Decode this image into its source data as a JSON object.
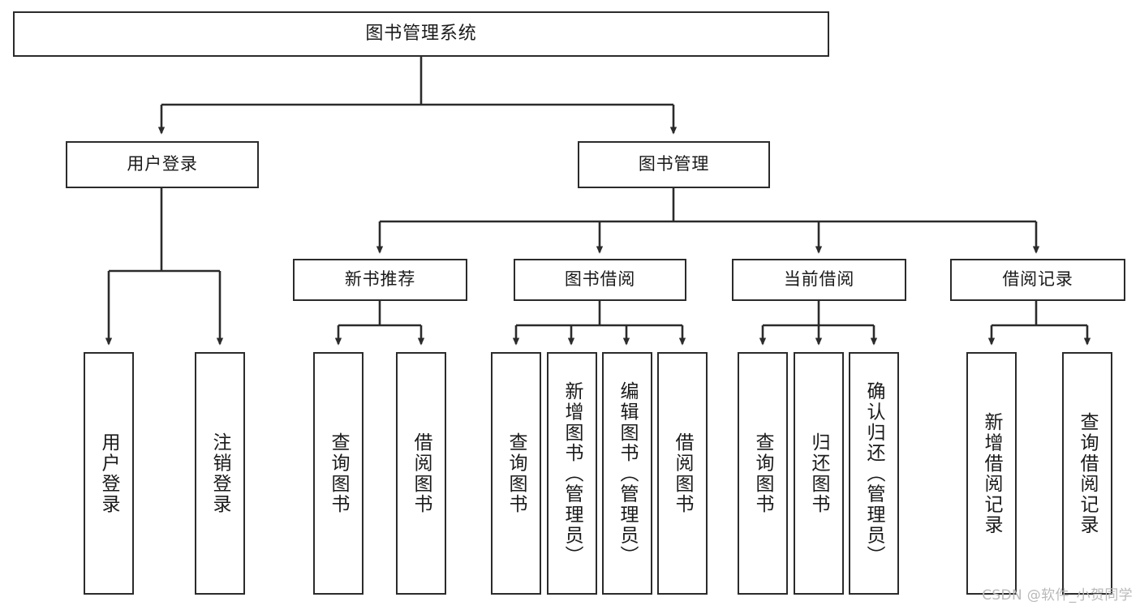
{
  "diagram": {
    "title": "图书管理系统",
    "type": "tree-hierarchy",
    "background_color": "#ffffff",
    "line_color": "#2b2b2b",
    "text_color": "#1a1a1a",
    "watermark": "CSDN @软件_小贺同学"
  },
  "nodes": {
    "root": {
      "label": "图书管理系统"
    },
    "level2": [
      {
        "id": "user-login",
        "label": "用户登录"
      },
      {
        "id": "book-manage",
        "label": "图书管理"
      }
    ],
    "level3": [
      {
        "id": "new-book-recommend",
        "label": "新书推荐"
      },
      {
        "id": "book-borrow",
        "label": "图书借阅"
      },
      {
        "id": "current-borrow",
        "label": "当前借阅"
      },
      {
        "id": "borrow-record",
        "label": "借阅记录"
      }
    ],
    "leaves": {
      "user_login": [
        {
          "id": "leaf-user-login",
          "label": "用户登录"
        },
        {
          "id": "leaf-logout",
          "label": "注销登录"
        }
      ],
      "new_book_recommend": [
        {
          "id": "leaf-query-book-1",
          "label": "查询图书"
        },
        {
          "id": "leaf-borrow-book-1",
          "label": "借阅图书"
        }
      ],
      "book_borrow": [
        {
          "id": "leaf-query-book-2",
          "label": "查询图书"
        },
        {
          "id": "leaf-add-book",
          "label": "新增图书（管理员）"
        },
        {
          "id": "leaf-edit-book",
          "label": "编辑图书（管理员）"
        },
        {
          "id": "leaf-borrow-book-2",
          "label": "借阅图书"
        }
      ],
      "current_borrow": [
        {
          "id": "leaf-query-book-3",
          "label": "查询图书"
        },
        {
          "id": "leaf-return-book",
          "label": "归还图书"
        },
        {
          "id": "leaf-confirm-return",
          "label": "确认归还（管理员）"
        }
      ],
      "borrow_record": [
        {
          "id": "leaf-add-record",
          "label": "新增借阅记录"
        },
        {
          "id": "leaf-query-record",
          "label": "查询借阅记录"
        }
      ]
    }
  }
}
